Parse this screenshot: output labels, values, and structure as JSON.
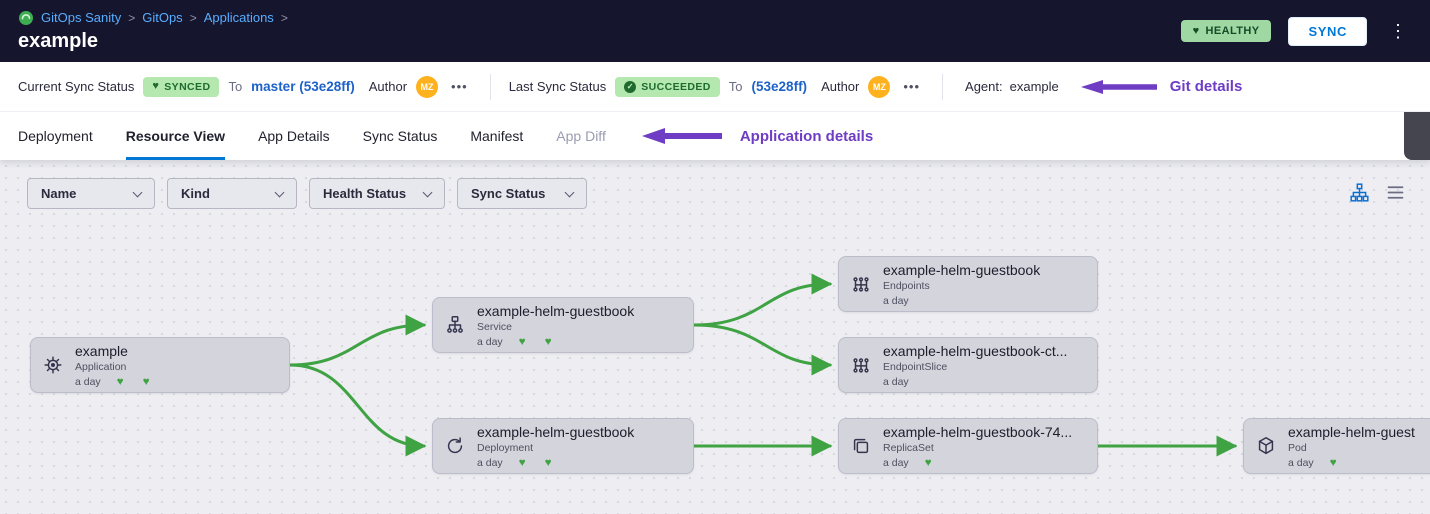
{
  "icons": {
    "heart": "♥",
    "check": "✓",
    "kebab": "⋮",
    "menu_dots": "•••",
    "breadcrumb_separator": ">"
  },
  "header": {
    "breadcrumb": {
      "items": [
        "GitOps Sanity",
        "GitOps",
        "Applications"
      ]
    },
    "title": "example",
    "health_badge": "HEALTHY",
    "sync_button": "SYNC"
  },
  "status_bar": {
    "current_sync": {
      "label": "Current Sync Status",
      "badge": "SYNCED",
      "to_label": "To",
      "revision": "master (53e28ff)",
      "author_label": "Author",
      "avatar": "MZ"
    },
    "last_sync": {
      "label": "Last Sync Status",
      "badge": "SUCCEEDED",
      "to_label": "To",
      "revision": "(53e28ff)",
      "author_label": "Author",
      "avatar": "MZ"
    },
    "agent": {
      "label": "Agent:",
      "value": "example"
    },
    "annotation": "Git details"
  },
  "tabs": {
    "items": [
      {
        "label": "Deployment"
      },
      {
        "label": "Resource View"
      },
      {
        "label": "App Details"
      },
      {
        "label": "Sync Status"
      },
      {
        "label": "Manifest"
      },
      {
        "label": "App Diff"
      }
    ],
    "active": "Resource View",
    "disabled": "App Diff",
    "annotation": "Application details"
  },
  "filters": {
    "items": [
      {
        "label": "Name"
      },
      {
        "label": "Kind"
      },
      {
        "label": "Health Status"
      },
      {
        "label": "Sync Status"
      }
    ]
  },
  "graph": {
    "nodes": [
      {
        "title": "example",
        "kind": "Application",
        "age": "a day",
        "status_icons": "♥ ♥",
        "icon": "application-icon"
      },
      {
        "title": "example-helm-guestbook",
        "kind": "Service",
        "age": "a day",
        "status_icons": "♥ ♥",
        "icon": "service-icon"
      },
      {
        "title": "example-helm-guestbook",
        "kind": "Deployment",
        "age": "a day",
        "status_icons": "♥ ♥",
        "icon": "deployment-icon"
      },
      {
        "title": "example-helm-guestbook",
        "kind": "Endpoints",
        "age": "a day",
        "status_icons": "",
        "icon": "endpoints-icon"
      },
      {
        "title": "example-helm-guestbook-ct...",
        "kind": "EndpointSlice",
        "age": "a day",
        "status_icons": "",
        "icon": "endpointslice-icon"
      },
      {
        "title": "example-helm-guestbook-74...",
        "kind": "ReplicaSet",
        "age": "a day",
        "status_icons": "♥",
        "icon": "replicaset-icon"
      },
      {
        "title": "example-helm-guest",
        "kind": "Pod",
        "age": "a day",
        "status_icons": "♥",
        "icon": "pod-icon"
      }
    ]
  },
  "colors": {
    "header_bg": "#15152e",
    "accent_blue": "#0278d5",
    "breadcrumb_blue": "#58aeff",
    "link_blue": "#1d62c9",
    "badge_green_bg": "#b4e8ae",
    "badge_green_text": "#1f6b2f",
    "edge_green": "#3fa243",
    "annotation_purple": "#6f3cc4",
    "avatar_orange": "#ffb11e"
  }
}
